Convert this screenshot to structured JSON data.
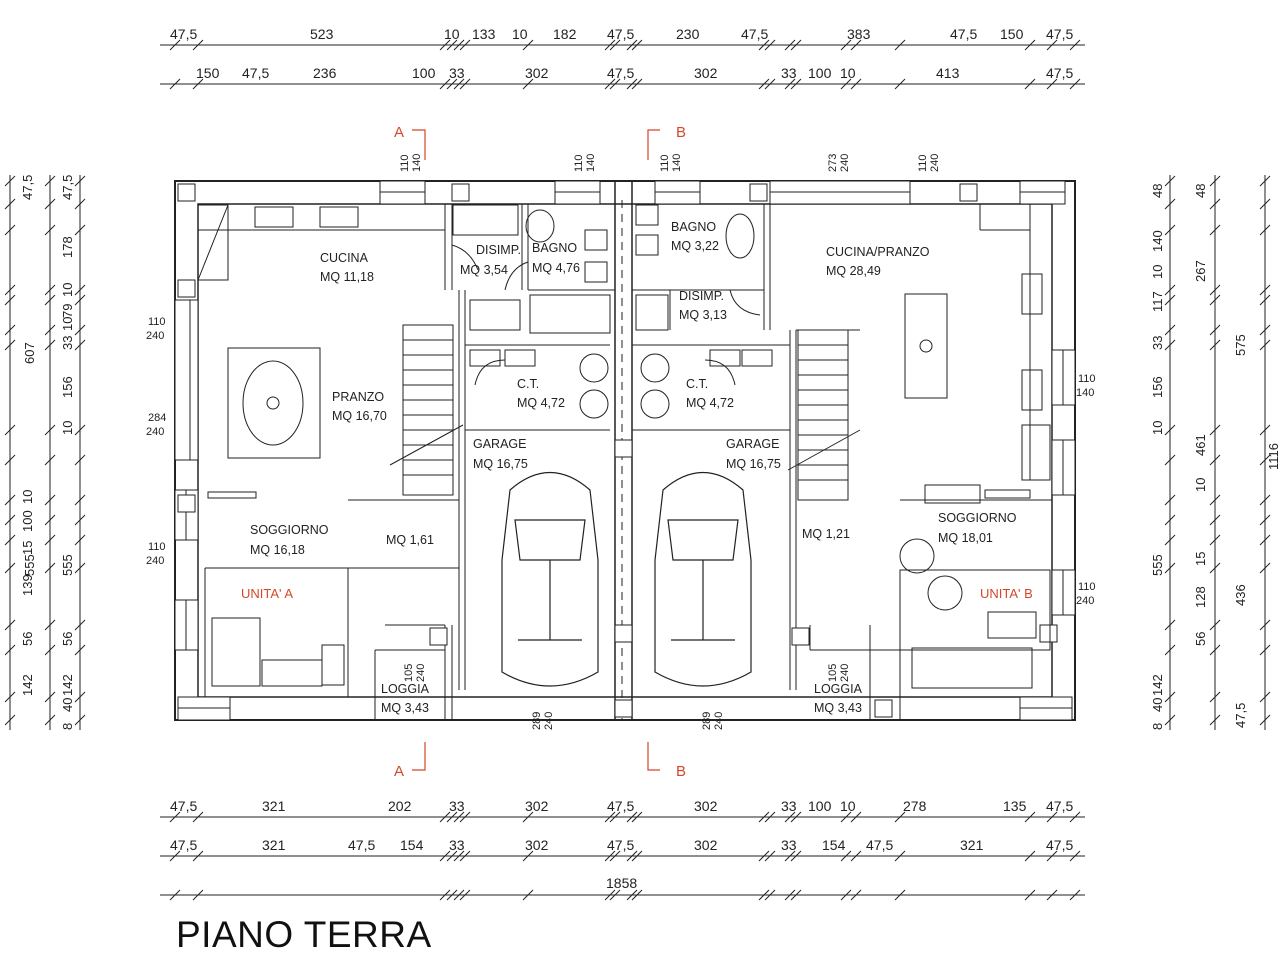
{
  "title": "PIANO TERRA",
  "accent_color": "#d4482a",
  "dims_top_1": [
    "47,5",
    "523",
    "10",
    "133",
    "10",
    "182",
    "47,5",
    "230",
    "47,5",
    "383",
    "47,5",
    "150",
    "47,5"
  ],
  "dims_top_2": [
    "150",
    "47,5",
    "236",
    "100",
    "33",
    "302",
    "47,5",
    "302",
    "33",
    "100",
    "10",
    "413",
    "47,5"
  ],
  "dims_bottom_1": [
    "47,5",
    "321",
    "202",
    "33",
    "302",
    "47,5",
    "302",
    "33",
    "100",
    "10",
    "278",
    "135",
    "47,5"
  ],
  "dims_bottom_2": [
    "47,5",
    "321",
    "47,5",
    "154",
    "33",
    "302",
    "47,5",
    "302",
    "33",
    "154",
    "47,5",
    "321",
    "47,5"
  ],
  "dims_bottom_total": "1858",
  "dims_left_outer": [
    "607",
    "555"
  ],
  "dims_left_inner": [
    "47,5",
    "47,5",
    "178",
    "10",
    "79",
    "10",
    "33",
    "156",
    "10",
    "10",
    "100",
    "15",
    "139",
    "56",
    "142",
    "40",
    "8"
  ],
  "dims_left_inner2": [
    "156",
    "10",
    "555"
  ],
  "dims_right_outer": [
    "1116"
  ],
  "dims_right_a": [
    "48",
    "140",
    "10",
    "117",
    "33",
    "156",
    "10",
    "555",
    "142",
    "40",
    "8"
  ],
  "dims_right_b": [
    "48",
    "267",
    "575",
    "461",
    "10",
    "15",
    "128",
    "436",
    "56",
    "47,5"
  ],
  "rooms": [
    {
      "name": "CUCINA",
      "area": "MQ 11,18"
    },
    {
      "name": "DISIMP.",
      "area": "MQ 3,54"
    },
    {
      "name": "BAGNO",
      "area": "MQ 4,76"
    },
    {
      "name": "PRANZO",
      "area": "MQ 16,70"
    },
    {
      "name": "C.T.",
      "area": "MQ 4,72"
    },
    {
      "name": "GARAGE",
      "area": "MQ 16,75"
    },
    {
      "name": "",
      "area": "MQ 1,61"
    },
    {
      "name": "SOGGIORNO",
      "area": "MQ 16,18"
    },
    {
      "name": "LOGGIA",
      "area": "MQ 3,43"
    },
    {
      "name": "BAGNO",
      "area": "MQ 3,22"
    },
    {
      "name": "DISIMP.",
      "area": "MQ 3,13"
    },
    {
      "name": "CUCINA/PRANZO",
      "area": "MQ 28,49"
    },
    {
      "name": "C.T.",
      "area": "MQ 4,72"
    },
    {
      "name": "GARAGE",
      "area": "MQ 16,75"
    },
    {
      "name": "",
      "area": "MQ 1,21"
    },
    {
      "name": "SOGGIORNO",
      "area": "MQ 18,01"
    },
    {
      "name": "LOGGIA",
      "area": "MQ 3,43"
    }
  ],
  "units": [
    "UNITA' A",
    "UNITA' B"
  ],
  "sections": [
    "A",
    "B",
    "A",
    "B"
  ],
  "windows": [
    {
      "w": "110",
      "h": "140"
    },
    {
      "w": "110",
      "h": "140"
    },
    {
      "w": "110",
      "h": "140"
    },
    {
      "w": "273",
      "h": "240"
    },
    {
      "w": "110",
      "h": "240"
    },
    {
      "w": "110",
      "h": "240"
    },
    {
      "w": "284",
      "h": "240"
    },
    {
      "w": "110",
      "h": "240"
    },
    {
      "w": "110",
      "h": "140"
    },
    {
      "w": "110",
      "h": "240"
    },
    {
      "w": "105",
      "h": "240"
    },
    {
      "w": "289",
      "h": "240"
    },
    {
      "w": "289",
      "h": "240"
    },
    {
      "w": "105",
      "h": "240"
    }
  ]
}
